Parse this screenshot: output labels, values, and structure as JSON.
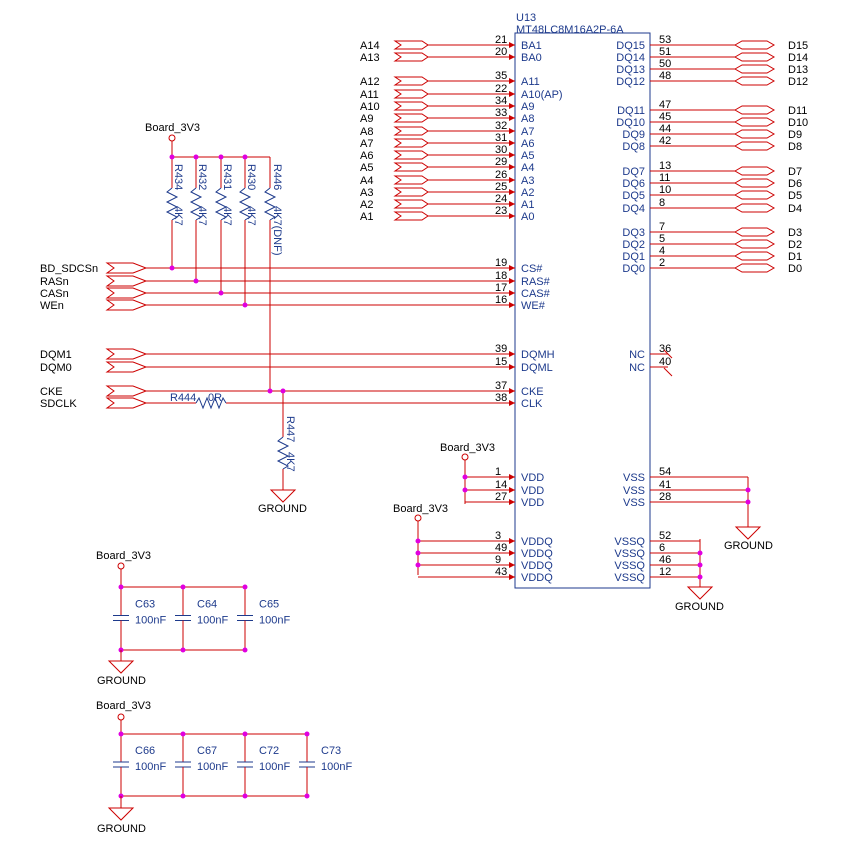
{
  "ic": {
    "ref": "U13",
    "part": "MT48LC8M16A2P-6A",
    "left_pins": [
      {
        "num": "21",
        "name": "BA1",
        "net": "A14"
      },
      {
        "num": "20",
        "name": "BA0",
        "net": "A13"
      },
      {
        "num": "35",
        "name": "A11",
        "net": "A12"
      },
      {
        "num": "22",
        "name": "A10(AP)",
        "net": "A11"
      },
      {
        "num": "34",
        "name": "A9",
        "net": "A10"
      },
      {
        "num": "33",
        "name": "A8",
        "net": "A9"
      },
      {
        "num": "32",
        "name": "A7",
        "net": "A8"
      },
      {
        "num": "31",
        "name": "A6",
        "net": "A7"
      },
      {
        "num": "30",
        "name": "A5",
        "net": "A6"
      },
      {
        "num": "29",
        "name": "A4",
        "net": "A5"
      },
      {
        "num": "26",
        "name": "A3",
        "net": "A4"
      },
      {
        "num": "25",
        "name": "A2",
        "net": "A3"
      },
      {
        "num": "24",
        "name": "A1",
        "net": "A2"
      },
      {
        "num": "23",
        "name": "A0",
        "net": "A1"
      },
      {
        "num": "19",
        "name": "CS#",
        "net": ""
      },
      {
        "num": "18",
        "name": "RAS#",
        "net": ""
      },
      {
        "num": "17",
        "name": "CAS#",
        "net": ""
      },
      {
        "num": "16",
        "name": "WE#",
        "net": ""
      },
      {
        "num": "39",
        "name": "DQMH",
        "net": ""
      },
      {
        "num": "15",
        "name": "DQML",
        "net": ""
      },
      {
        "num": "37",
        "name": "CKE",
        "net": ""
      },
      {
        "num": "38",
        "name": "CLK",
        "net": ""
      },
      {
        "num": "1",
        "name": "VDD",
        "net": ""
      },
      {
        "num": "14",
        "name": "VDD",
        "net": ""
      },
      {
        "num": "27",
        "name": "VDD",
        "net": ""
      },
      {
        "num": "3",
        "name": "VDDQ",
        "net": ""
      },
      {
        "num": "49",
        "name": "VDDQ",
        "net": ""
      },
      {
        "num": "9",
        "name": "VDDQ",
        "net": ""
      },
      {
        "num": "43",
        "name": "VDDQ",
        "net": ""
      }
    ],
    "right_pins": [
      {
        "num": "53",
        "name": "DQ15",
        "net": "D15"
      },
      {
        "num": "51",
        "name": "DQ14",
        "net": "D14"
      },
      {
        "num": "50",
        "name": "DQ13",
        "net": "D13"
      },
      {
        "num": "48",
        "name": "DQ12",
        "net": "D12"
      },
      {
        "num": "47",
        "name": "DQ11",
        "net": "D11"
      },
      {
        "num": "45",
        "name": "DQ10",
        "net": "D10"
      },
      {
        "num": "44",
        "name": "DQ9",
        "net": "D9"
      },
      {
        "num": "42",
        "name": "DQ8",
        "net": "D8"
      },
      {
        "num": "13",
        "name": "DQ7",
        "net": "D7"
      },
      {
        "num": "11",
        "name": "DQ6",
        "net": "D6"
      },
      {
        "num": "10",
        "name": "DQ5",
        "net": "D5"
      },
      {
        "num": "8",
        "name": "DQ4",
        "net": "D4"
      },
      {
        "num": "7",
        "name": "DQ3",
        "net": "D3"
      },
      {
        "num": "5",
        "name": "DQ2",
        "net": "D2"
      },
      {
        "num": "4",
        "name": "DQ1",
        "net": "D1"
      },
      {
        "num": "2",
        "name": "DQ0",
        "net": "D0"
      },
      {
        "num": "36",
        "name": "NC",
        "net": ""
      },
      {
        "num": "40",
        "name": "NC",
        "net": ""
      },
      {
        "num": "54",
        "name": "VSS",
        "net": ""
      },
      {
        "num": "41",
        "name": "VSS",
        "net": ""
      },
      {
        "num": "28",
        "name": "VSS",
        "net": ""
      },
      {
        "num": "52",
        "name": "VSSQ",
        "net": ""
      },
      {
        "num": "6",
        "name": "VSSQ",
        "net": ""
      },
      {
        "num": "46",
        "name": "VSSQ",
        "net": ""
      },
      {
        "num": "12",
        "name": "VSSQ",
        "net": ""
      }
    ]
  },
  "ctrl_ports": [
    "BD_SDCSn",
    "RASn",
    "CASn",
    "WEn",
    "DQM1",
    "DQM0",
    "CKE",
    "SDCLK"
  ],
  "pullups": [
    {
      "ref": "R434",
      "value": "4K7"
    },
    {
      "ref": "R432",
      "value": "4K7"
    },
    {
      "ref": "R431",
      "value": "4K7"
    },
    {
      "ref": "R430",
      "value": "4K7"
    },
    {
      "ref": "R446",
      "value": "4K7(DNF)"
    }
  ],
  "series_res": {
    "ref": "R444",
    "value": "0R"
  },
  "pulldown": {
    "ref": "R447",
    "value": "4K7"
  },
  "power_net": "Board_3V3",
  "ground_net": "GROUND",
  "caps_row1": [
    {
      "ref": "C63",
      "value": "100nF"
    },
    {
      "ref": "C64",
      "value": "100nF"
    },
    {
      "ref": "C65",
      "value": "100nF"
    }
  ],
  "caps_row2": [
    {
      "ref": "C66",
      "value": "100nF"
    },
    {
      "ref": "C67",
      "value": "100nF"
    },
    {
      "ref": "C72",
      "value": "100nF"
    },
    {
      "ref": "C73",
      "value": "100nF"
    }
  ],
  "colors": {
    "wire": "#cc0000",
    "symbol": "#1d3a8c",
    "junction": "#e000e0",
    "text": "#000000"
  }
}
